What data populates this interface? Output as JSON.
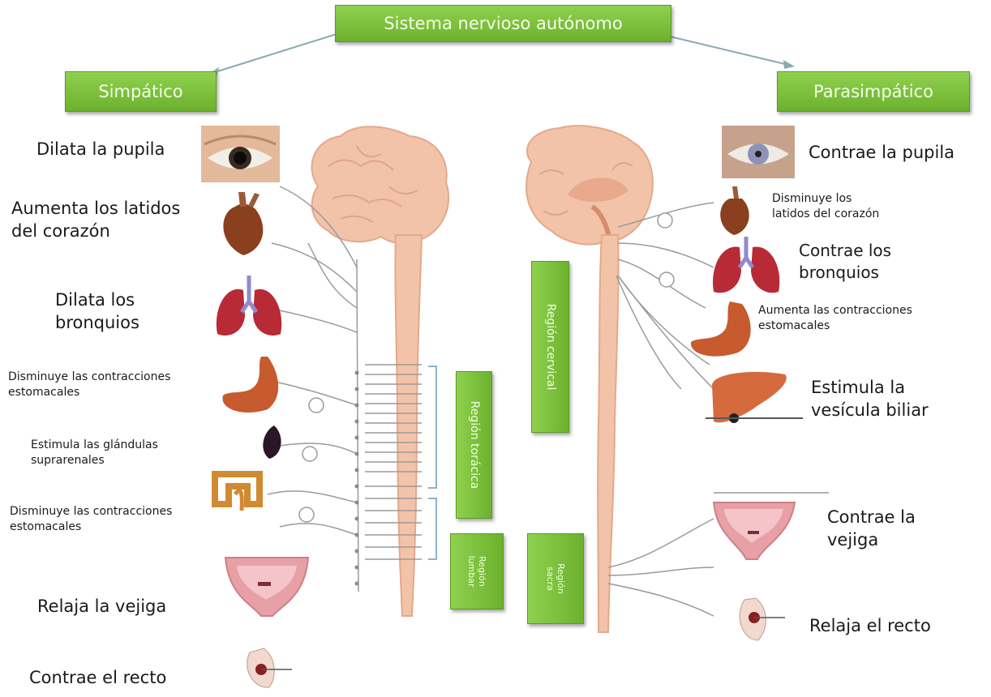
{
  "title": "Sistema nervioso autónomo",
  "branches": {
    "sympathetic": "Simpático",
    "parasympathetic": "Parasimpático"
  },
  "regions": {
    "cervical": "Región cervical",
    "thoracic": "Región torácica",
    "lumbar": "Región lumbar",
    "sacral": "Región sacra"
  },
  "sympathetic_effects": [
    "Dilata la pupila",
    "Aumenta los latidos del corazón",
    "Dilata los bronquios",
    "Disminuye las contracciones estomacales",
    "Estimula las glándulas suprarenales",
    "Disminuye las contracciones estomacales",
    "Relaja la vejiga",
    "Contrae el recto"
  ],
  "parasympathetic_effects": [
    "Contrae la pupila",
    "Disminuye los latidos del corazón",
    "Contrae los bronquios",
    "Aumenta las contracciones estomacales",
    "Estimula la vesícula biliar",
    "Contrae la vejiga",
    "Relaja el recto"
  ],
  "colors": {
    "box_green": "#7cc03a",
    "brain_pink": "#f3c3a9",
    "organ_red": "#a8322a"
  }
}
